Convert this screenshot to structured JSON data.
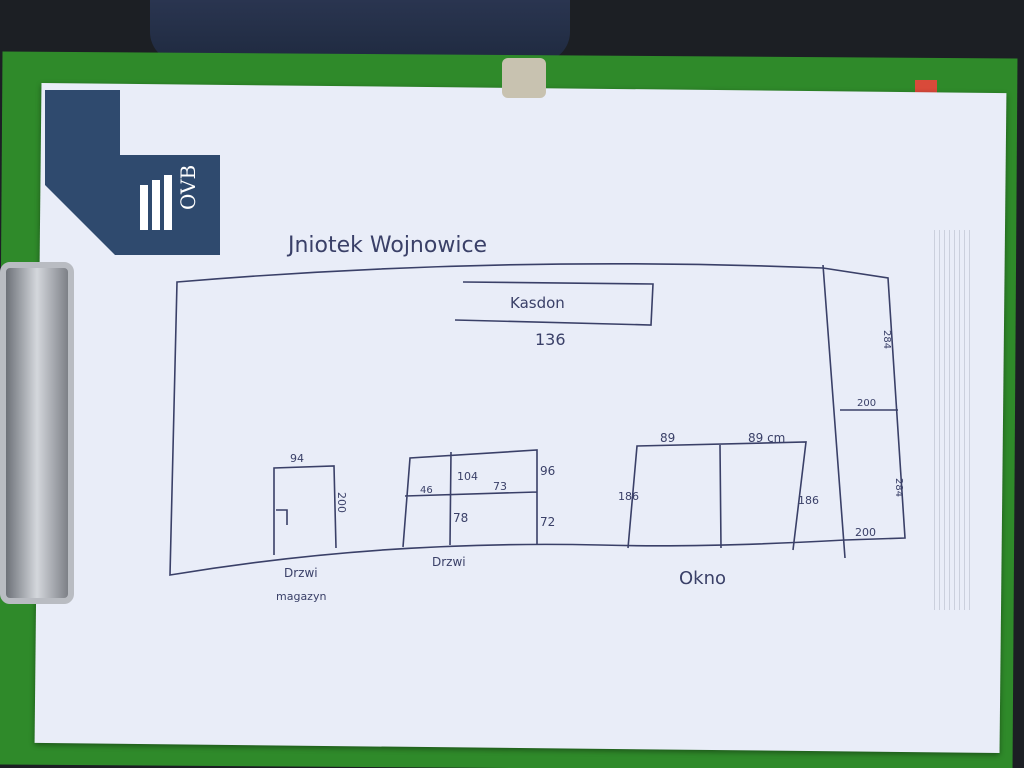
{
  "logo": {
    "text": "OVB",
    "color": "#2f4a6e"
  },
  "sketch": {
    "title": "Jniotek Wojnowice",
    "counter_label": "Kasdon",
    "counter_width": "136",
    "storage_door": {
      "width": "94",
      "height": "200",
      "label_line1": "Drzwi",
      "label_line2": "magazyn"
    },
    "door": {
      "top_width": "104",
      "left_width": "46",
      "right_width": "73",
      "right_height_top": "96",
      "middle": "78",
      "right_height_bottom": "72",
      "label": "Drzwi"
    },
    "window": {
      "left_width": "89",
      "right_width": "89 cm",
      "left_height": "186",
      "right_height": "186",
      "label": "Okno"
    },
    "side_wall": {
      "upper_height": "284",
      "middle_width": "200",
      "lower_height": "284",
      "bottom_width": "200"
    }
  },
  "colors": {
    "ink": "#3a4068",
    "paper": "#e9edf8",
    "board": "#2f8a2a"
  }
}
